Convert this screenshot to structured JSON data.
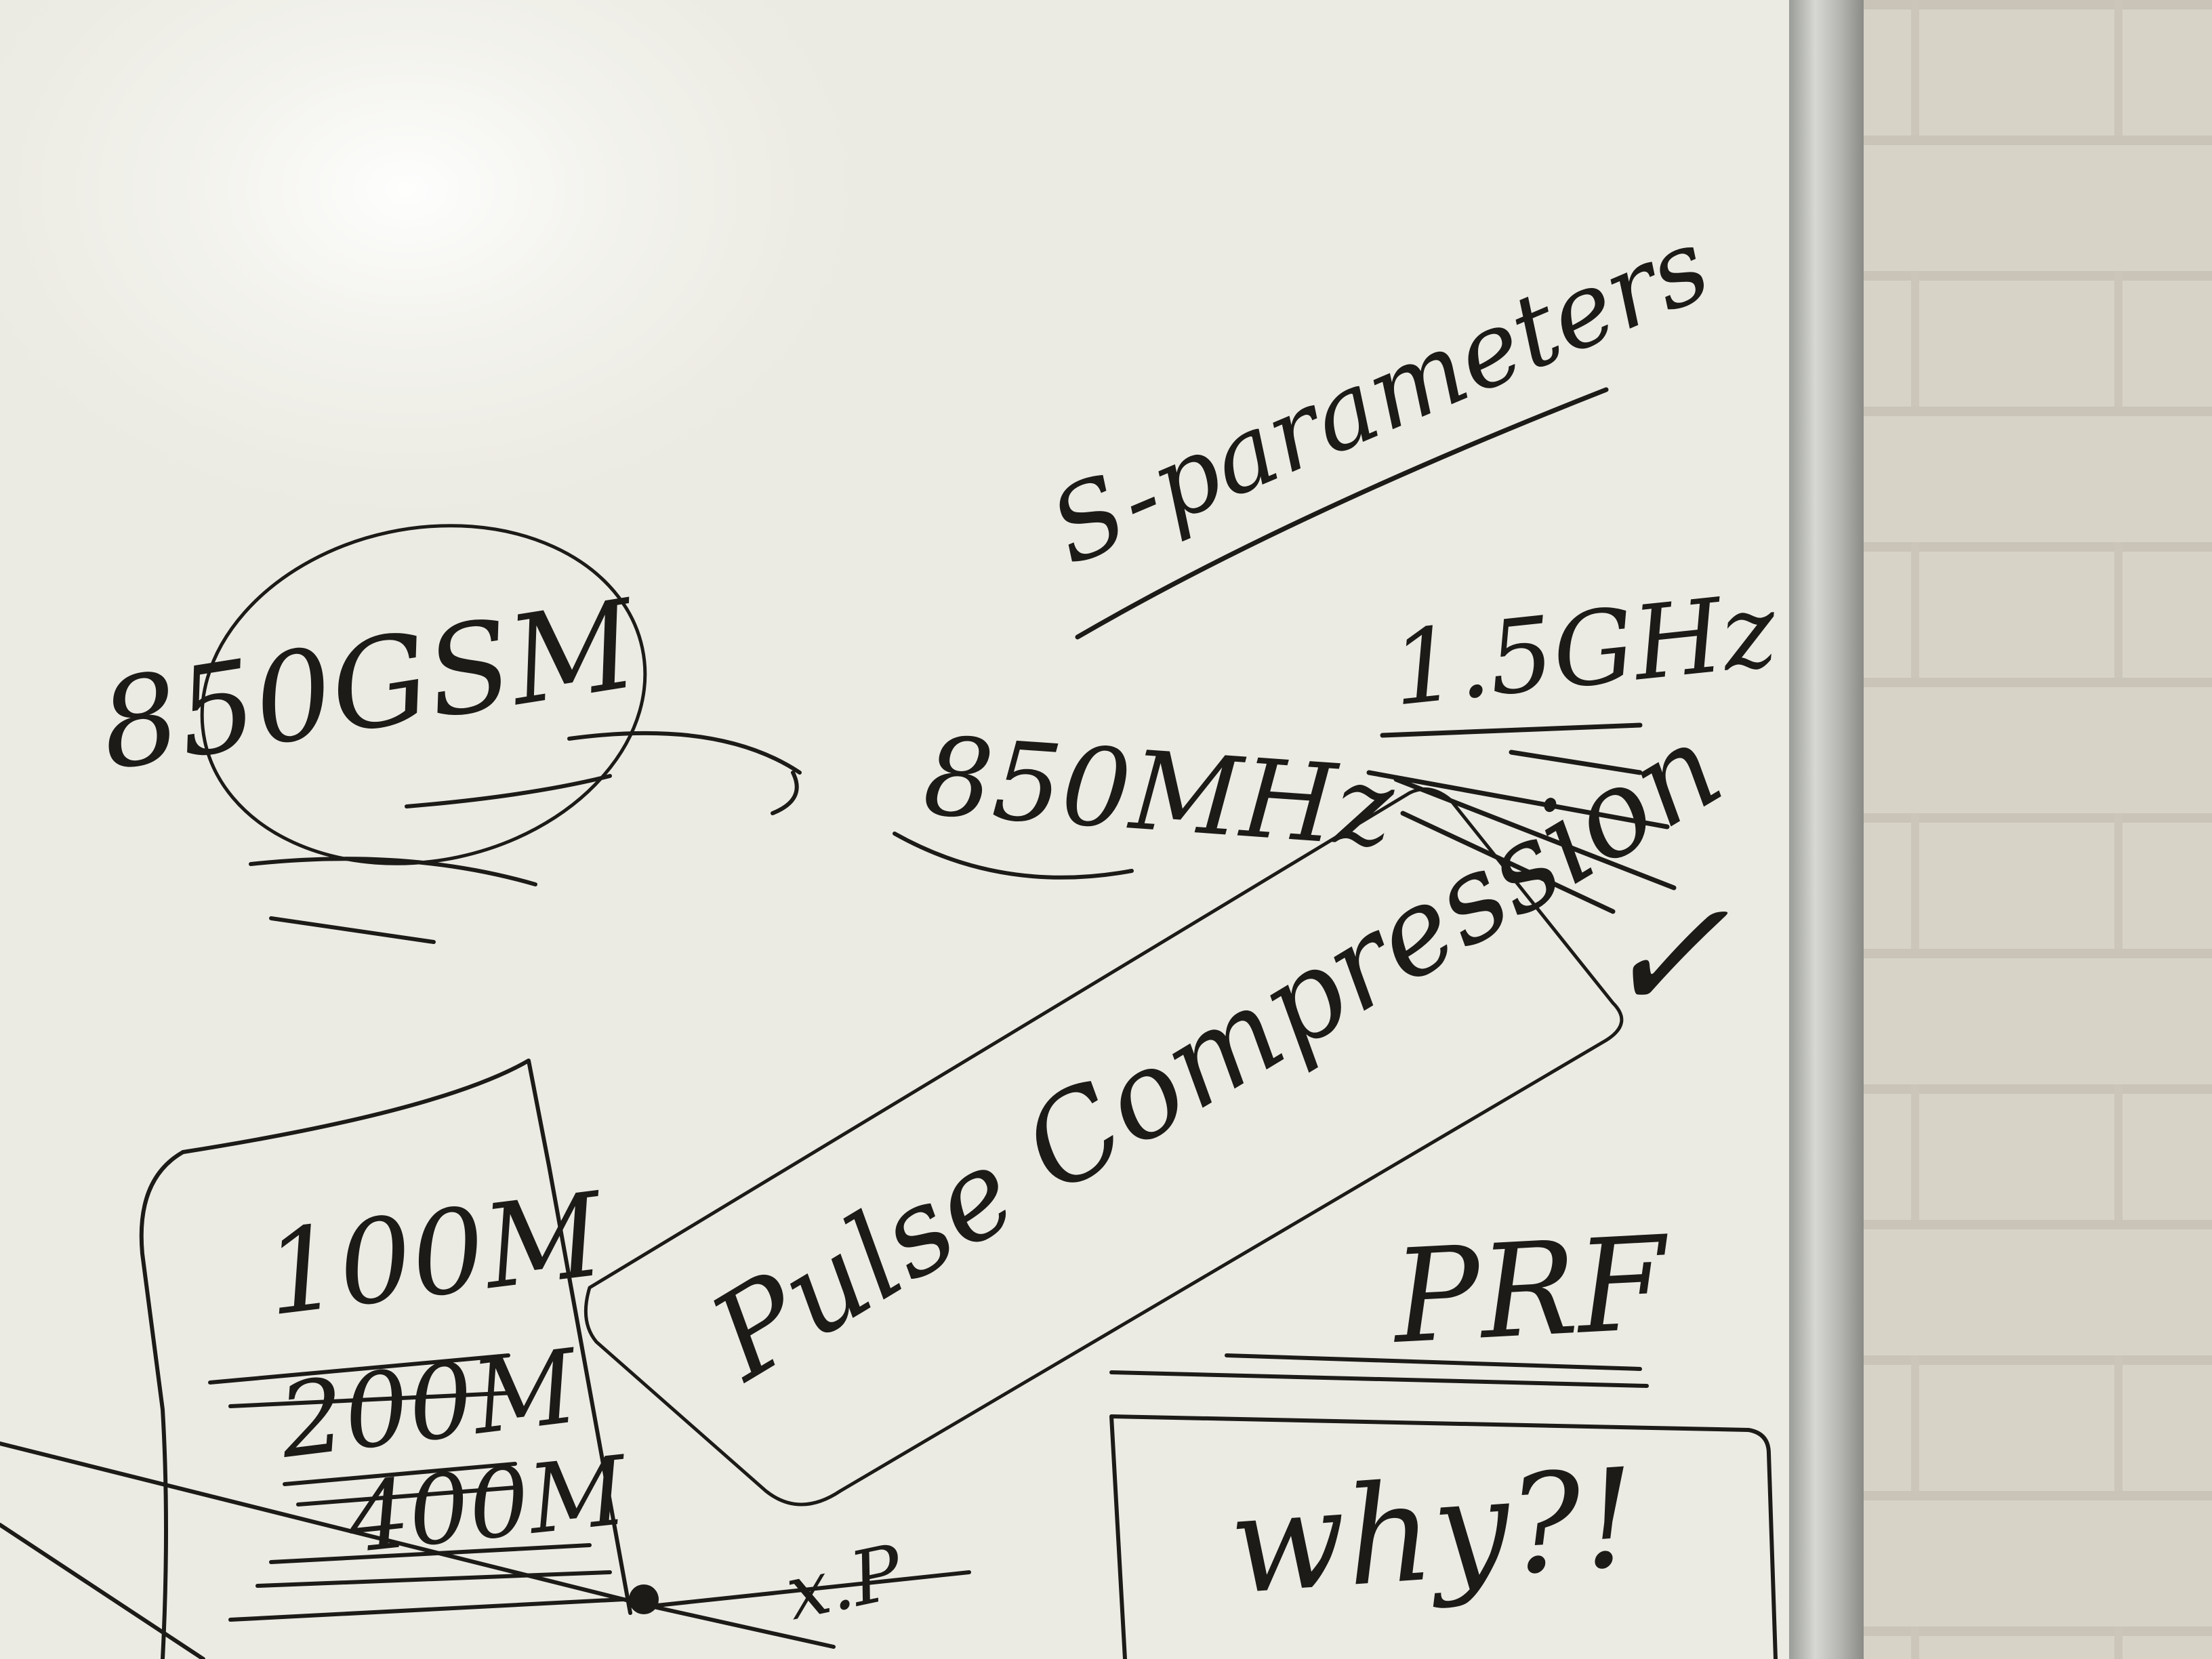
{
  "whiteboard": {
    "notes": {
      "s_parameters": "S-parameters",
      "band_1_5ghz": "1.5GHz",
      "gsm_850": "850GSM",
      "mhz_850": "850MHz",
      "pulse_compression": "Pulse Compression",
      "checkmark": "✓",
      "m100": "100M",
      "m200": "200M",
      "m400": "400M",
      "prf": "PRF",
      "why": "why?!",
      "tip_label": "x.P"
    }
  },
  "colors": {
    "whiteboard": "#ecebe3",
    "marker": "#1c1b18",
    "frame": "#b9bab6",
    "wall": "#d6d2c6"
  }
}
